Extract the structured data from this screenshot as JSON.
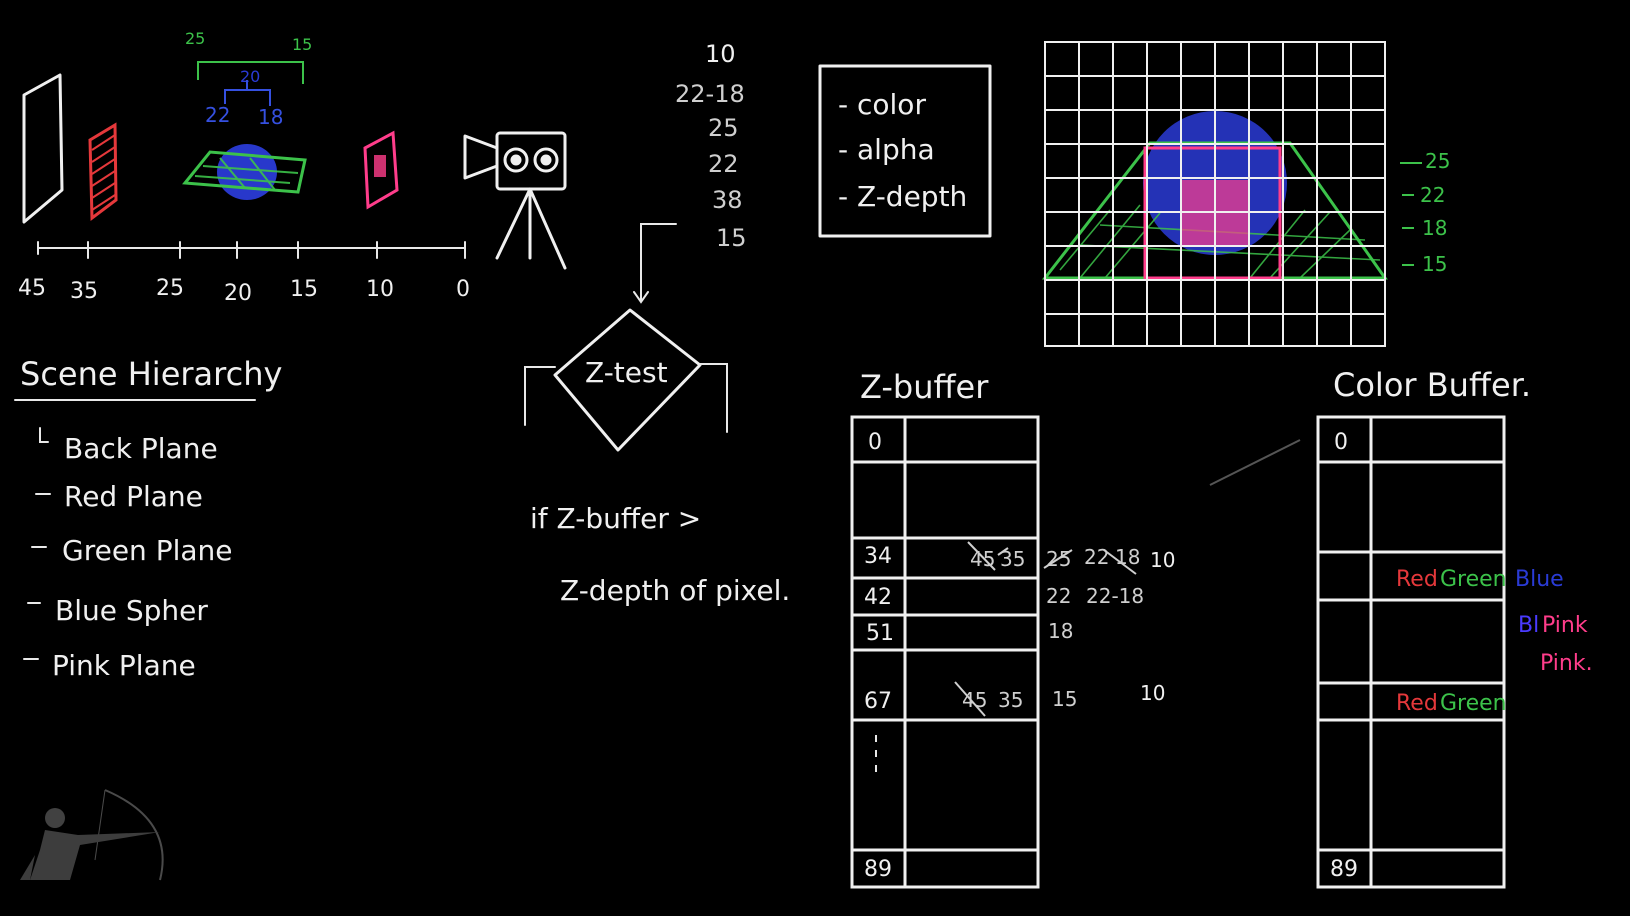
{
  "axis": {
    "ticks": [
      "45",
      "35",
      "25",
      "20",
      "15",
      "10",
      "0"
    ]
  },
  "depth_brackets": {
    "green_left": "25",
    "green_right": "15",
    "green_mid": "20",
    "blue_left": "22",
    "blue_right": "18"
  },
  "depth_list": [
    "10",
    "22-18",
    "25",
    "22",
    "38",
    "15"
  ],
  "attributes_box": [
    "- color",
    "- alpha",
    "- Z-depth"
  ],
  "grid_labels": [
    "25",
    "22",
    "18",
    "15"
  ],
  "scene_hierarchy": {
    "title": "Scene Hierarchy",
    "items": [
      "Back Plane",
      "Red Plane",
      "Green Plane",
      "Blue Spher",
      "Pink Plane"
    ]
  },
  "ztest": {
    "label": "Z-test",
    "condition_line1": "if Z-buffer >",
    "condition_line2": "Z-depth of pixel."
  },
  "zbuffer": {
    "title": "Z-buffer",
    "rows": [
      "0",
      "34",
      "42",
      "51",
      "67",
      "89"
    ],
    "entries": {
      "r34_struck_a": "45",
      "r34_struck_b": "35",
      "r34_col2": "25",
      "r34_col3": "22",
      "r34_col4": "18",
      "r34_col5": "10",
      "r42_col2": "22",
      "r42_col3": "22-18",
      "r51_col2": "18",
      "r67_struck_a": "45",
      "r67_struck_b": "35",
      "r67_col2": "15",
      "r67_col5": "10"
    }
  },
  "colorbuffer": {
    "title": "Color Buffer.",
    "rows": [
      "0",
      "89"
    ],
    "row34": {
      "red": "Red",
      "green": "Green",
      "blue": "Blue"
    },
    "row42": {
      "bl": "Bl",
      "pink": "Pink"
    },
    "row51": {
      "pink": "Pink."
    },
    "row67": {
      "red": "Red",
      "green": "Green"
    }
  },
  "colors": {
    "chalk": "#f0f0f0",
    "red": "#e5383b",
    "green": "#3cc24a",
    "blue": "#2a3bd6",
    "pink": "#ff3d8b"
  }
}
